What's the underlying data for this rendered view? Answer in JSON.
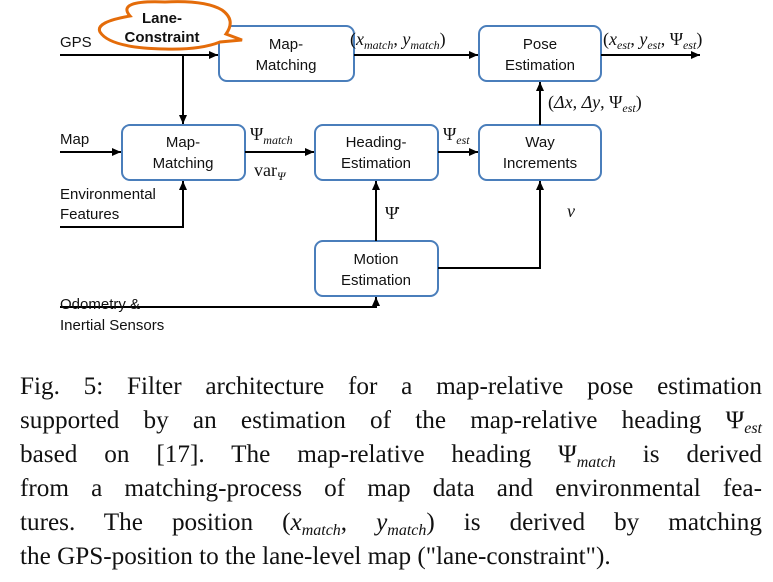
{
  "diagram": {
    "inputs": {
      "gps": "GPS",
      "map": "Map",
      "env_line1": "Environmental",
      "env_line2": "Features",
      "odo_line1": "Odometry &",
      "odo_line2": "Inertial Sensors"
    },
    "callout": {
      "line1": "Lane-",
      "line2": "Constraint"
    },
    "boxes": {
      "map_matching_top": [
        "Map-",
        "Matching"
      ],
      "pose_estimation": [
        "Pose",
        "Estimation"
      ],
      "map_matching_mid": [
        "Map-",
        "Matching"
      ],
      "heading_estimation": [
        "Heading-",
        "Estimation"
      ],
      "way_increments": [
        "Way",
        "Increments"
      ],
      "motion_estimation": [
        "Motion",
        "Estimation"
      ]
    },
    "signals": {
      "x_match": "x",
      "y_match": "y",
      "match_sub": "match",
      "est_sub": "est",
      "x_est": "x",
      "y_est": "y",
      "psi": "Ψ",
      "delta_x": "Δx",
      "delta_y": "Δy",
      "var_base": "var",
      "psi_dot": "Ψ̇",
      "v": "v"
    },
    "colors": {
      "box_stroke": "#4a7ebb",
      "callout_stroke": "#e46c0a",
      "line": "#000000"
    }
  },
  "caption": {
    "l1": "Fig. 5: Filter architecture for a map-relative pose estimation",
    "l2a": "supported by an estimation of the map-relative heading ",
    "l2_psi": "Ψ",
    "l2_sub": "est",
    "l3a": "based on [17]. The map-relative heading ",
    "l3_psi": "Ψ",
    "l3_sub": "match",
    "l3b": " is derived",
    "l4": "from a matching-process of map data and environmental fea-",
    "l5a": "tures. The position ",
    "l5_open": "(",
    "l5_x": "x",
    "l5_sub1": "match",
    "l5_comma": ", ",
    "l5_y": "y",
    "l5_sub2": "match",
    "l5_close": ")",
    "l5b": " is derived by matching",
    "l6": "the GPS-position to the lane-level map (\"lane-constraint\")."
  }
}
